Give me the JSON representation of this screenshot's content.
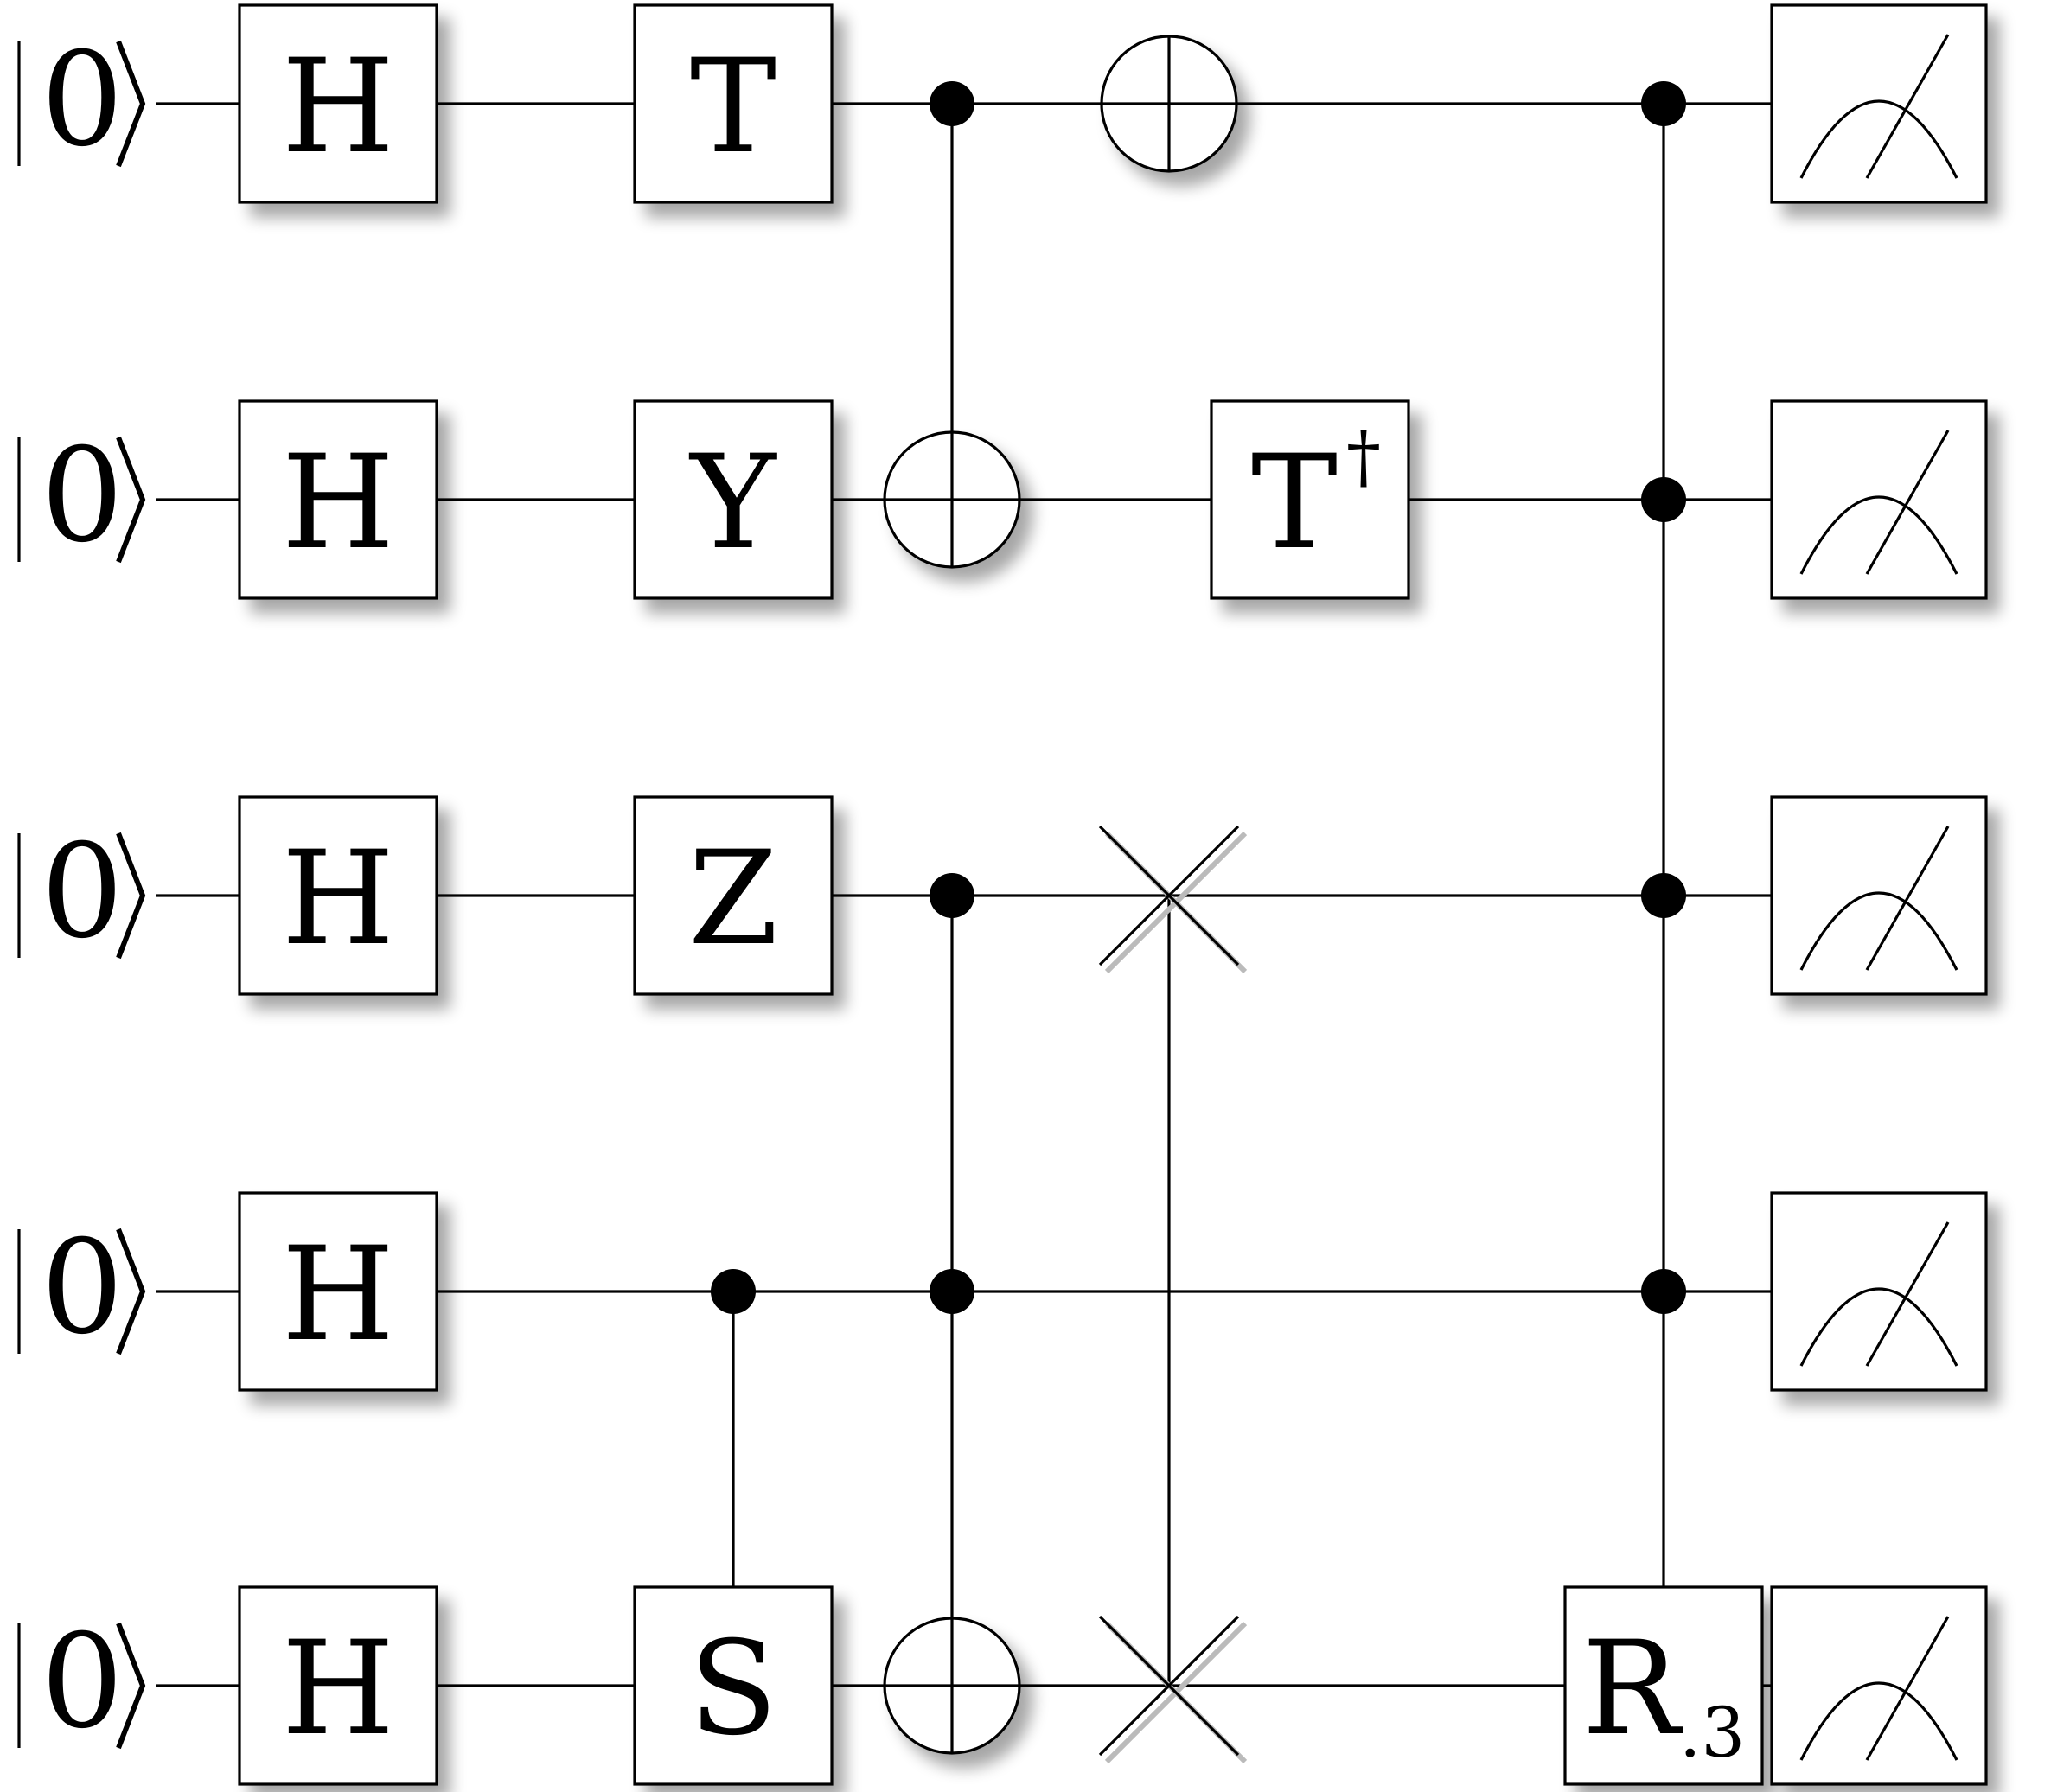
{
  "qubits": [
    {
      "ket_label": "0"
    },
    {
      "ket_label": "0"
    },
    {
      "ket_label": "0"
    },
    {
      "ket_label": "0"
    },
    {
      "ket_label": "0"
    }
  ],
  "gates": [
    {
      "name": "gate-h-q1",
      "label": "H",
      "wire": 0,
      "column": 0
    },
    {
      "name": "gate-h-q2",
      "label": "H",
      "wire": 1,
      "column": 0
    },
    {
      "name": "gate-h-q3",
      "label": "H",
      "wire": 2,
      "column": 0
    },
    {
      "name": "gate-h-q4",
      "label": "H",
      "wire": 3,
      "column": 0
    },
    {
      "name": "gate-h-q5",
      "label": "H",
      "wire": 4,
      "column": 0
    },
    {
      "name": "gate-t-q1",
      "label": "T",
      "wire": 0,
      "column": 1
    },
    {
      "name": "gate-y-q2",
      "label": "Y",
      "wire": 1,
      "column": 1
    },
    {
      "name": "gate-z-q3",
      "label": "Z",
      "wire": 2,
      "column": 1
    },
    {
      "name": "gate-s-q5",
      "label": "S",
      "wire": 4,
      "column": 1
    },
    {
      "name": "gate-tdagger-q2",
      "label": "T",
      "superscript": "†",
      "wire": 1,
      "column": 3
    },
    {
      "name": "gate-r-q5",
      "label": "R",
      "subscript": ".3",
      "wire": 4,
      "column": 4
    }
  ],
  "controlled_ops": [
    {
      "name": "controlled-s",
      "controls": [
        3
      ],
      "column": 1
    },
    {
      "name": "cnot-q1-q2",
      "controls": [
        0
      ],
      "target": 1,
      "column": 2
    },
    {
      "name": "toffoli-q3-q4-q5",
      "controls": [
        2,
        3
      ],
      "target": 4,
      "column": 2
    },
    {
      "name": "controlled-r",
      "controls": [
        0,
        1,
        2,
        3
      ],
      "column": 4
    }
  ],
  "free_targets": [
    {
      "name": "x-gate-q1",
      "wire": 0,
      "column": 3
    }
  ],
  "swaps": [
    {
      "name": "swap-q3-q5",
      "wires": [
        2,
        4
      ],
      "column": 3
    }
  ],
  "measurements": [
    {
      "wire": 0
    },
    {
      "wire": 1
    },
    {
      "wire": 2
    },
    {
      "wire": 3
    },
    {
      "wire": 4
    }
  ]
}
